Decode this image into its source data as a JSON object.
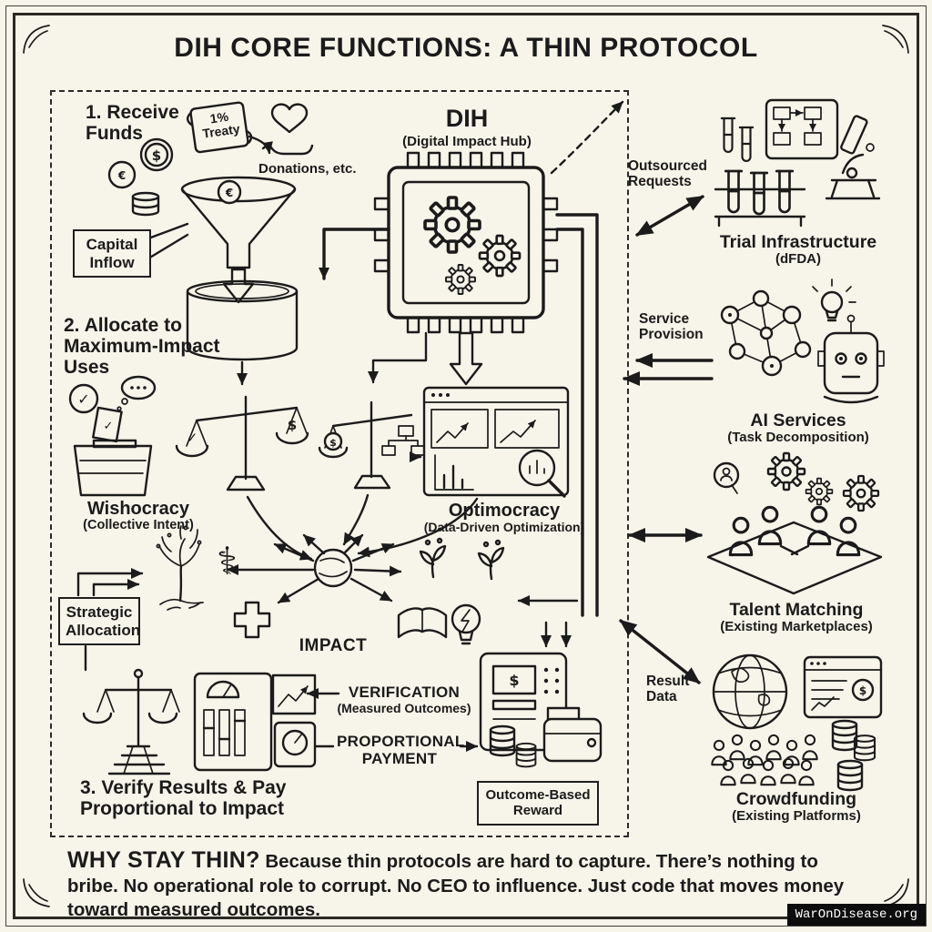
{
  "title": "DIH CORE FUNCTIONS: A THIN PROTOCOL",
  "hub": {
    "name": "DIH",
    "subtitle": "(Digital Impact Hub)"
  },
  "receive": {
    "label": "1. Receive Funds",
    "treaty_top": "1%",
    "treaty_bottom": "Treaty",
    "donations": "Donations, etc.",
    "capital_inflow": "Capital Inflow"
  },
  "allocate": {
    "label": "2. Allocate to Maximum-Impact Uses",
    "wishocracy": "Wishocracy",
    "wishocracy_sub": "(Collective Intent)",
    "optimocracy": "Optimocracy",
    "optimocracy_sub": "(Data-Driven Optimization)",
    "impact": "IMPACT",
    "strategic_allocation": "Strategic Allocation"
  },
  "verify": {
    "label": "3. Verify Results & Pay Proportional to Impact",
    "verification": "VERIFICATION",
    "verification_sub": "(Measured Outcomes)",
    "payment": "PROPORTIONAL PAYMENT",
    "reward": "Outcome-Based Reward"
  },
  "connections": {
    "outsourced_requests": "Outsourced Requests",
    "service_provision": "Service Provision",
    "result_data": "Result Data"
  },
  "services": {
    "trial_title": "Trial Infrastructure",
    "trial_sub": "(dFDA)",
    "ai_title": "AI Services",
    "ai_sub": "(Task Decomposition)",
    "talent_title": "Talent Matching",
    "talent_sub": "(Existing Marketplaces)",
    "crowd_title": "Crowdfunding",
    "crowd_sub": "(Existing Platforms)"
  },
  "footer": {
    "lead": "WHY STAY THIN?",
    "body": "Because thin protocols are hard to capture. There’s nothing to bribe. No operational role to corrupt. No CEO to influence. Just code that moves money toward measured outcomes."
  },
  "watermark": "WarOnDisease.org",
  "glyphs": {
    "dollar": "$",
    "euro": "€",
    "check": "✓",
    "caduceus": "⚕"
  },
  "colors": {
    "ink": "#1b1b1b",
    "paper": "#f7f4ea"
  }
}
